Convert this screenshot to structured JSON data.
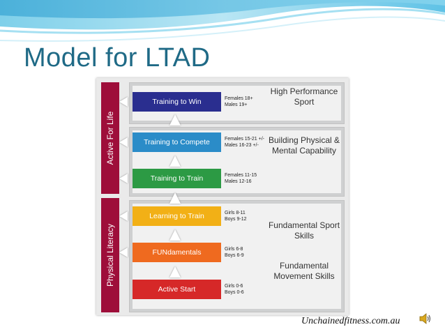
{
  "slide": {
    "title": "Model for LTAD",
    "credit": "Unchainedfitness.com.au"
  },
  "diagram": {
    "side_labels": [
      "Active For Life",
      "Physical Literacy"
    ],
    "stages": [
      {
        "label": "Training to Win",
        "ages": [
          "Females 18+",
          "Males 19+"
        ],
        "color": "#2a2e8f"
      },
      {
        "label": "Training to Compete",
        "ages": [
          "Females 15-21 +/-",
          "Males 16-23 +/-"
        ],
        "color": "#2b8cc8"
      },
      {
        "label": "Training to Train",
        "ages": [
          "Females 11-15",
          "Males 12-16"
        ],
        "color": "#2c9a44"
      },
      {
        "label": "Learning to Train",
        "ages": [
          "Girls 8-11",
          "Boys 9-12"
        ],
        "color": "#f2b016"
      },
      {
        "label": "FUNdamentals",
        "ages": [
          "Girls 6-8",
          "Boys 6-9"
        ],
        "color": "#ef6a1f"
      },
      {
        "label": "Active Start",
        "ages": [
          "Girls 0-6",
          "Boys 0-6"
        ],
        "color": "#d62828"
      }
    ],
    "categories": [
      "High Performance Sport",
      "Building Physical & Mental Capability",
      "Fundamental Sport Skills",
      "Fundamental Movement Skills"
    ]
  },
  "icons": {
    "speaker": "speaker-icon"
  },
  "colors": {
    "title": "#1f6a86",
    "side_bar": "#9e0e3a",
    "panel": "#cfd0d1"
  }
}
